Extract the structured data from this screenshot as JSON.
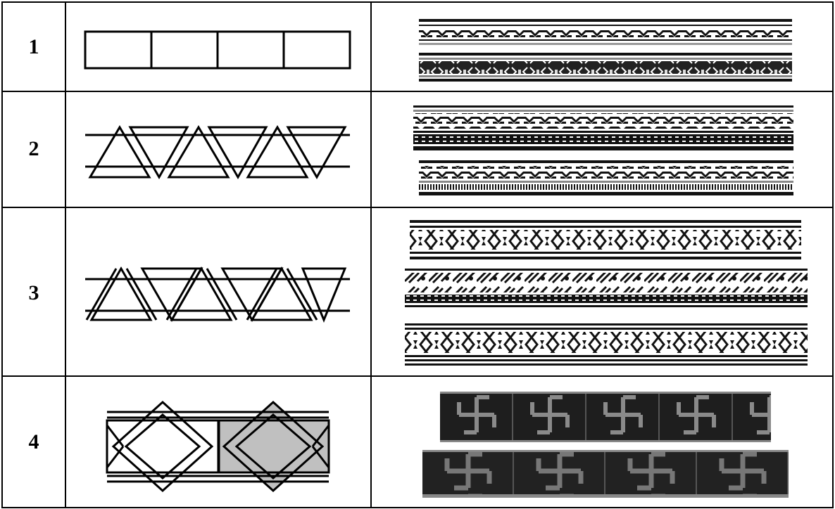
{
  "table": {
    "rows": [
      {
        "number": "1"
      },
      {
        "number": "2"
      },
      {
        "number": "3"
      },
      {
        "number": "4"
      }
    ]
  },
  "colors": {
    "line": "#000000",
    "band_dark": "#1a1a1a",
    "band_mid": "#7a7a7a",
    "diamond_fill": "#c0c0c0"
  }
}
